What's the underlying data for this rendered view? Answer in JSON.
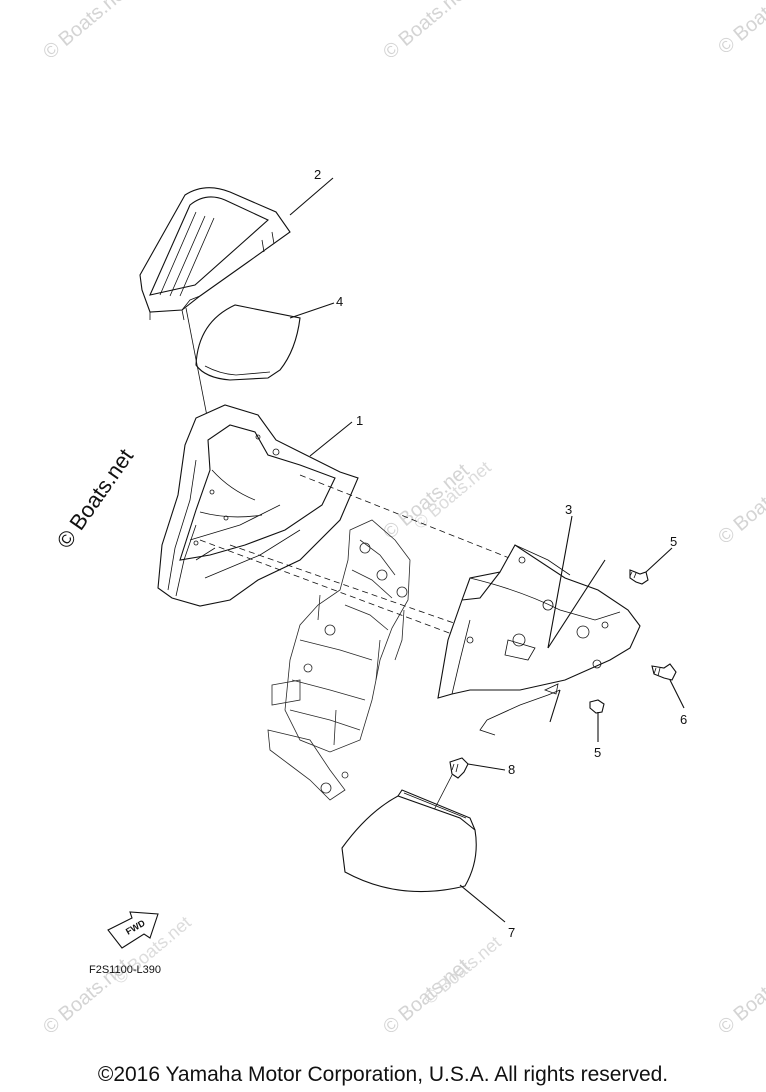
{
  "watermark": "© Boats.net",
  "side_watermark": "© Boats.net",
  "callouts": {
    "c1": "1",
    "c2": "2",
    "c3": "3",
    "c4": "4",
    "c5a": "5",
    "c5b": "5",
    "c6": "6",
    "c7": "7",
    "c8": "8"
  },
  "fwd_label": "FWD",
  "part_code": "F2S1100-L390",
  "copyright": "©2016 Yamaha Motor Corporation, U.S.A. All rights reserved."
}
